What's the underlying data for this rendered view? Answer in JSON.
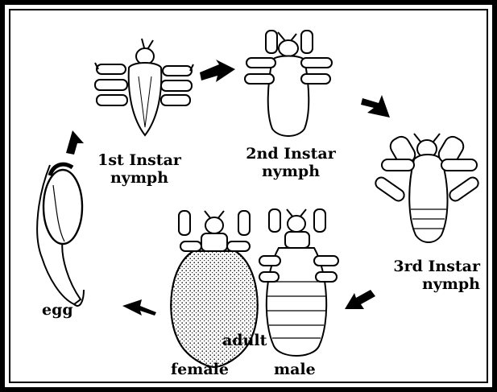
{
  "stages": {
    "first_instar": {
      "line1": "1st Instar",
      "line2": "nymph"
    },
    "second_instar": {
      "line1": "2nd Instar",
      "line2": "nymph"
    },
    "third_instar": {
      "line1": "3rd Instar",
      "line2": "nymph"
    },
    "adult": "adult",
    "female": "female",
    "male": "male",
    "egg": "egg"
  },
  "colors": {
    "ink": "#000000",
    "paper": "#ffffff"
  }
}
